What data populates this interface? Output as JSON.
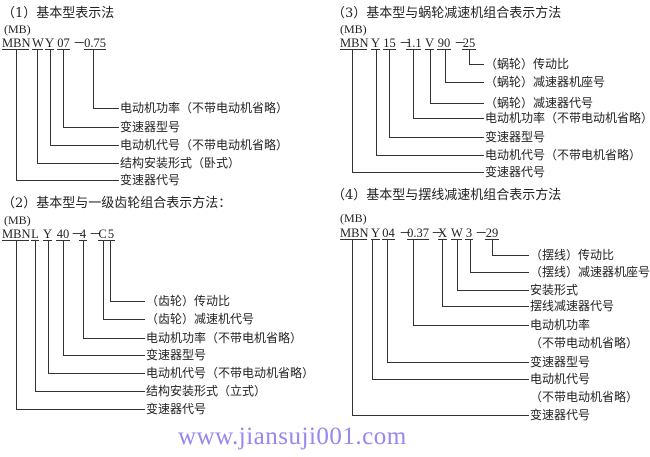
{
  "sections": [
    {
      "title": "（1）基本型表示法",
      "prefix": "(MB)",
      "codes": [
        "MBN",
        "W",
        "Y",
        "07",
        "－",
        "0.75"
      ],
      "labels": [
        "电动机功率（不带电动机省略）",
        "变速器型号",
        "电动机代号（不带电动机省略）",
        "结构安装形式（卧式）",
        "变速器代号"
      ]
    },
    {
      "title": "（2）基本型与一级齿轮组合表示方法：",
      "prefix": "(MB)",
      "codes": [
        "MBN",
        "L",
        "Y",
        "40",
        "－",
        "4",
        "－",
        "C",
        "5"
      ],
      "labels": [
        "（齿轮）传动比",
        "（齿轮）减速机代号",
        "电动机功率（不带电机省略）",
        "变速器型号",
        "电动机代号（不带电动机省略）",
        "结构安装形式（立式）",
        "变速器代号"
      ]
    },
    {
      "title": "（3）基本型与蜗轮减速机组合表示方法",
      "prefix": "(MB)",
      "codes": [
        "MBN",
        "Y",
        "15",
        "－",
        "1.1",
        "V",
        "90",
        "－",
        "25"
      ],
      "labels": [
        "（蜗轮）传动比",
        "（蜗轮）减速器机座号",
        "（蜗轮）减速器代号",
        "电动机功率（不带电动机省略）",
        "变速器型号",
        "电动机代号（不带电机省略）",
        "变速器代号"
      ]
    },
    {
      "title": "（4）基本型与摆线减速机组合表示方法",
      "prefix": "(MB)",
      "codes": [
        "MBN",
        "Y",
        "04",
        "－",
        "0.37",
        "－",
        "X",
        "W",
        "3",
        "－",
        "29"
      ],
      "labels": [
        "（摆线）传动比",
        "（摆线）减速器机座号",
        "安装形式",
        "摆线减速器代号",
        "电动机功率",
        "（不带电动机省略）",
        "变速器型号",
        "电动机代号",
        "（不带电动机省略）",
        "变速器代号"
      ]
    }
  ],
  "watermark": "www.jiansuji001.com",
  "colors": {
    "line": "#333333",
    "text": "#222222",
    "watermark": "#9a86f0"
  }
}
